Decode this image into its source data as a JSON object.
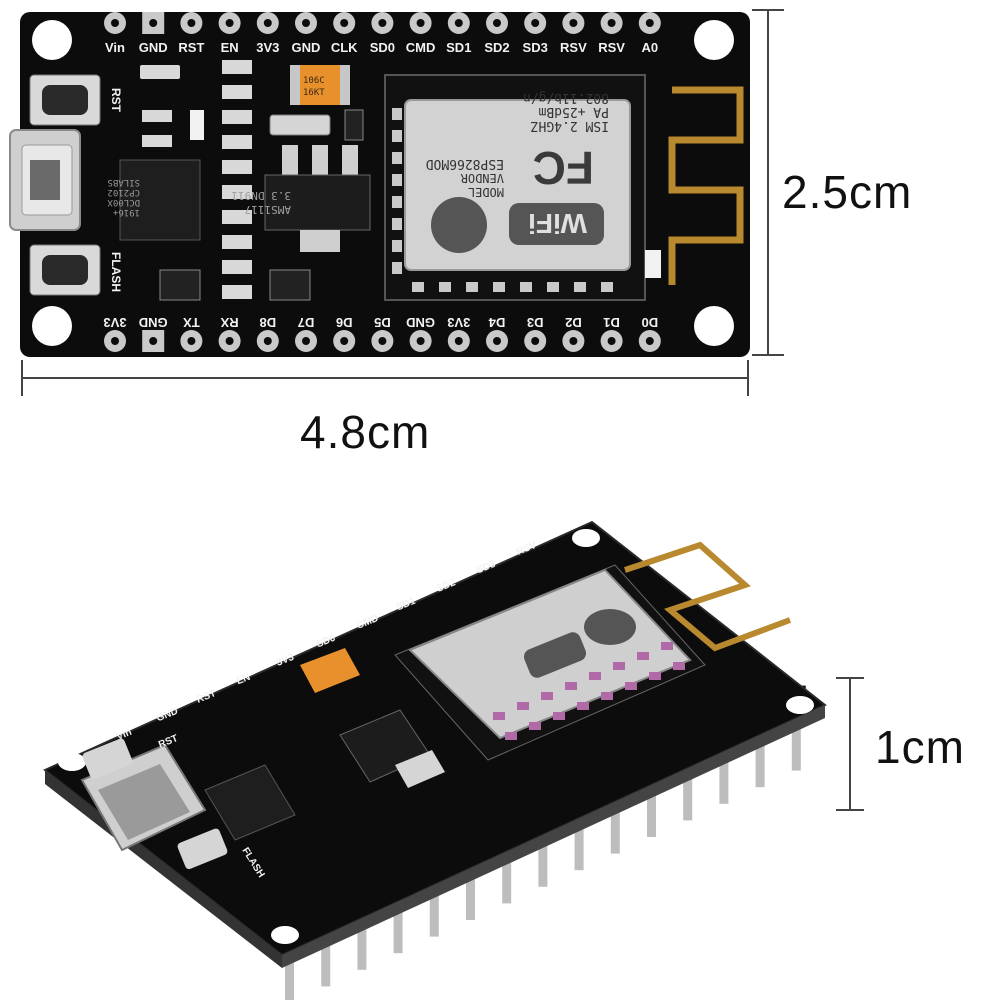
{
  "colors": {
    "pcb": "#0c0c0c",
    "pad": "#c9c9c9",
    "silk": "#f2f2f2",
    "shield": "#cfcfcf",
    "antenna": "#b8892e",
    "capacitor": "#e8912c"
  },
  "top_pins": [
    "Vin",
    "GND",
    "RST",
    "EN",
    "3V3",
    "GND",
    "CLK",
    "SD0",
    "CMD",
    "SD1",
    "SD2",
    "SD3",
    "RSV",
    "RSV",
    "A0"
  ],
  "bottom_pins": [
    "3V3",
    "GND",
    "TX",
    "RX",
    "D8",
    "D7",
    "D6",
    "D5",
    "GND",
    "3V3",
    "D4",
    "D3",
    "D2",
    "D1",
    "D0"
  ],
  "board_labels": {
    "rst": "RST",
    "flash": "FLASH"
  },
  "module": {
    "fcc": "FC",
    "model_line1": "MODEL",
    "model_line2": "VENDOR",
    "model_line3": "ESP8266MOD",
    "ism": "ISM 2.4GHZ",
    "pa": "PA +25dBm",
    "standard": "802.11b/g/n",
    "wifi": "WiFi"
  },
  "chips": {
    "usb_uart": [
      "SILABS",
      "CP2102",
      "DCL00X",
      "1916+"
    ],
    "regulator": [
      "AMS1117",
      "3.3 DN911"
    ],
    "capacitor": [
      "106C",
      "16KT"
    ]
  },
  "dimensions": {
    "height": "2.5cm",
    "width": "4.8cm",
    "depth": "1cm"
  },
  "lower_visible_labels": [
    "Vin",
    "GND",
    "RST",
    "EN",
    "3V3",
    "SD0",
    "CMD",
    "SD1",
    "SD2",
    "SD3",
    "RSV",
    "RST",
    "FLASH"
  ]
}
